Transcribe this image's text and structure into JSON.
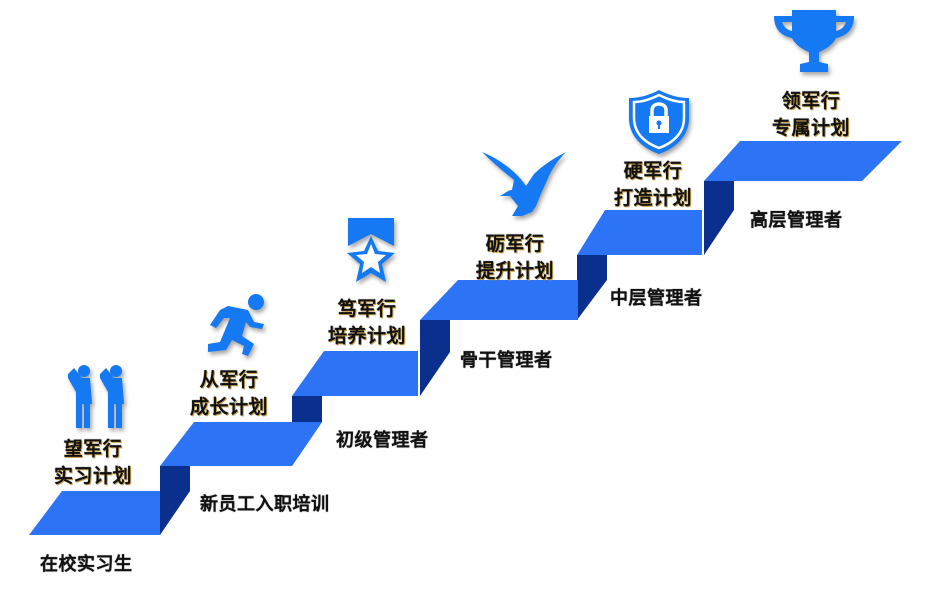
{
  "colors": {
    "step_top": "#2d73f5",
    "step_riser": "#0b2f8c",
    "icon": "#1479f2"
  },
  "steps": [
    {
      "plan_line1": "望军行",
      "plan_line2": "实习计划",
      "role": "在校实习生",
      "icon": "saluting-people-icon"
    },
    {
      "plan_line1": "从军行",
      "plan_line2": "成长计划",
      "role": "新员工入职培训",
      "icon": "running-person-icon"
    },
    {
      "plan_line1": "笃军行",
      "plan_line2": "培养计划",
      "role": "初级管理者",
      "icon": "star-badge-icon"
    },
    {
      "plan_line1": "砺军行",
      "plan_line2": "提升计划",
      "role": "骨干管理者",
      "icon": "eagle-icon"
    },
    {
      "plan_line1": "硬军行",
      "plan_line2": "打造计划",
      "role": "中层管理者",
      "icon": "shield-lock-icon"
    },
    {
      "plan_line1": "领军行",
      "plan_line2": "专属计划",
      "role": "高层管理者",
      "icon": "trophy-icon"
    }
  ]
}
